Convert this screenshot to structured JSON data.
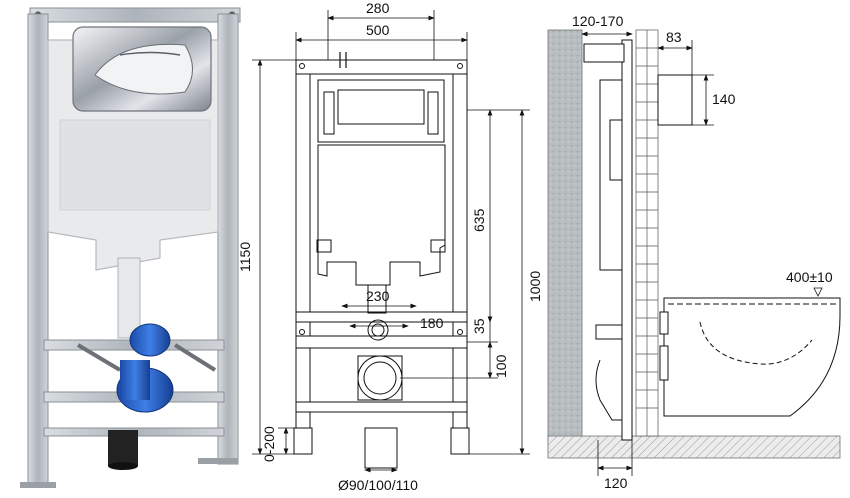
{
  "photo": {
    "flush_plate_color": "#c9ccd0",
    "frame_color": "#b9bec5",
    "tank_color": "#e8eaec",
    "pipe_color": "#2a63c9"
  },
  "front_view": {
    "dim_top_inner": "280",
    "dim_top_outer": "500",
    "dim_total_height": "1150",
    "dim_tank_height": "635",
    "dim_frame_height": "1000",
    "dim_mount_spacing": "230",
    "dim_fitting_spacing": "180",
    "dim_fitting_offset": "35",
    "dim_drain_height": "100",
    "dim_leg_adjust": "0-200",
    "dim_drain_diameter": "Ø90/100/110"
  },
  "side_view": {
    "dim_wall_gap": "120-170",
    "dim_button_depth": "83",
    "dim_button_height": "140",
    "dim_bowl_height": "400±10",
    "dim_frame_depth": "120",
    "wall_color": "#b8bdbf",
    "floor_color": "#d8d8d8"
  }
}
